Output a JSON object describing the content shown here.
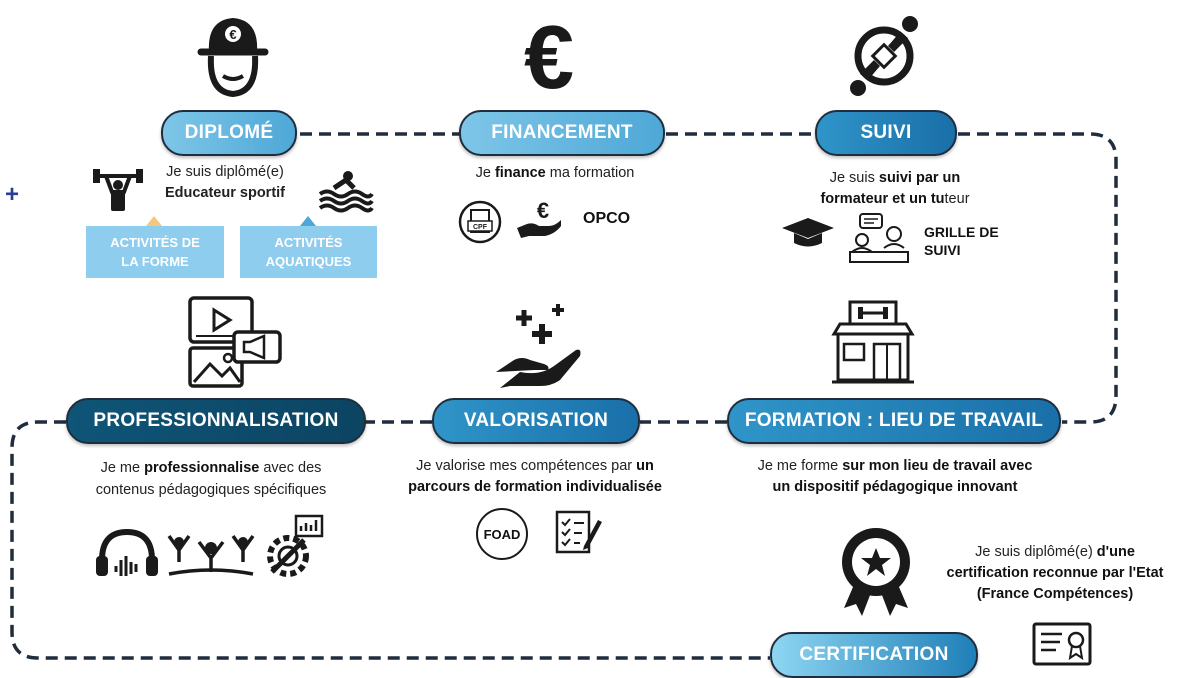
{
  "plus_mark": "+",
  "steps": {
    "diplome": {
      "label": "DIPLOMÉ",
      "line1": "Je suis diplômé(e)",
      "line2": "Educateur sportif",
      "tag1": "ACTIVITÉS DE LA FORME",
      "tag2": "ACTIVITÉS AQUATIQUES",
      "icons": [
        "cap-head-icon",
        "weightlifter-icon",
        "swimmer-icon"
      ]
    },
    "financement": {
      "label": "FINANCEMENT",
      "desc_a": "Je ",
      "desc_b": "finance",
      "desc_c": " ma formation",
      "opco": "OPCO",
      "cpf": "CPF",
      "icons": [
        "euro-icon",
        "cpf-stamp-icon",
        "hand-euro-icon"
      ]
    },
    "suivi": {
      "label": "SUIVI",
      "desc_a": "Je suis ",
      "desc_b": "suivi par un",
      "desc_c": "formateur et un tu",
      "desc_d": "teur",
      "grille_line1": "GRILLE DE",
      "grille_line2": "SUIVI",
      "icons": [
        "people-exchange-icon",
        "graduation-cap-icon",
        "meeting-icon"
      ]
    },
    "professionnalisation": {
      "label": "PROFESSIONNALISATION",
      "desc_a": "Je me ",
      "desc_b": "professionnalise",
      "desc_c": " avec des",
      "desc_d": "contenus pédagogiques spécifiques",
      "icons": [
        "media-icon",
        "headphones-icon",
        "group-cheer-icon",
        "gear-chart-icon"
      ]
    },
    "valorisation": {
      "label": "VALORISATION",
      "desc_a": "Je valorise mes compétences par ",
      "desc_b": "un",
      "desc_c": "parcours de formation individualisée",
      "foad": "FOAD",
      "icons": [
        "hand-sparkle-icon",
        "foad-icon",
        "checklist-icon"
      ]
    },
    "formation": {
      "label": "FORMATION : LIEU DE TRAVAIL",
      "desc_a": "Je me forme ",
      "desc_b": "sur mon lieu de travail avec",
      "desc_c": "un dispositif pédagogique innovant",
      "icons": [
        "gym-building-icon"
      ]
    },
    "certification": {
      "label": "CERTIFICATION",
      "desc_a": "Je suis diplômé(e) ",
      "desc_b": "d'une",
      "desc_c": "certification reconnue par l'Etat",
      "desc_d": "(France Compétences)",
      "icons": [
        "award-icon",
        "certificate-icon"
      ]
    }
  },
  "colors": {
    "light_pill": "#5cb3de",
    "mid_pill": "#1f7fb8",
    "dark_pill": "#0d4a6b",
    "tag_bg": "#8fcdee",
    "path": "#1f2d3d",
    "plus": "#2a3a9a"
  }
}
